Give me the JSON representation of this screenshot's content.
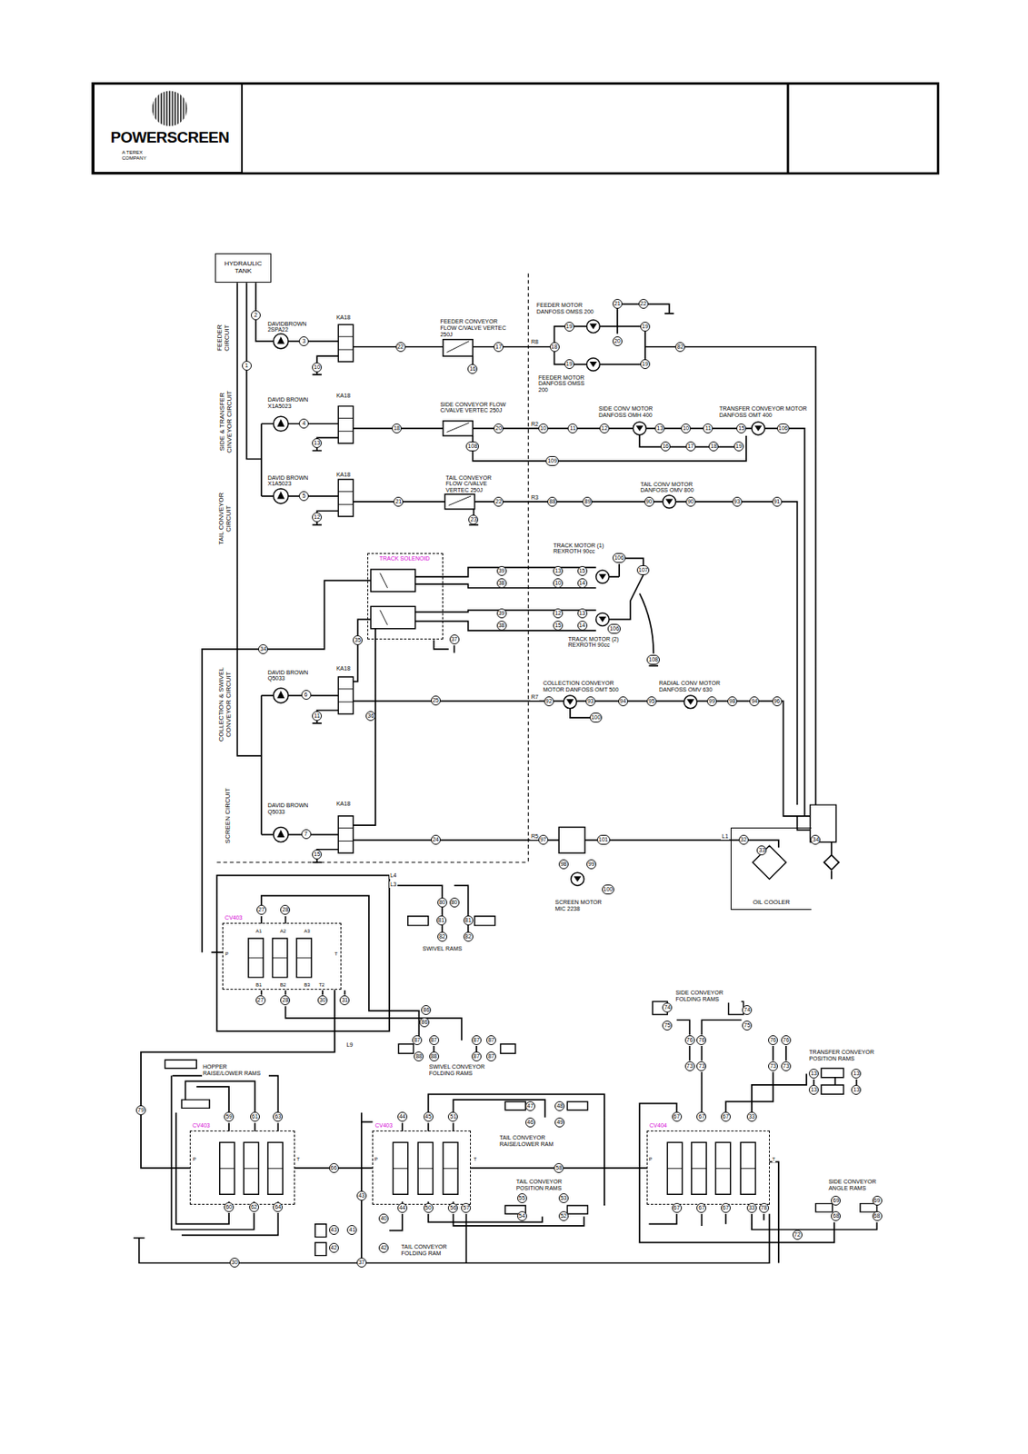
{
  "diagram": {
    "nodes": [
      {
        "text": [
          "POWERSCREEN",
          "A TEREX COMPANY"
        ]
      },
      {
        "text": [
          "HYDRAULIC TANK"
        ]
      },
      {
        "text": [
          "TRACK SOLENOID"
        ]
      },
      {
        "text": [
          "CV403"
        ]
      },
      {
        "text": [
          "CV403"
        ]
      },
      {
        "text": [
          "CV403"
        ]
      },
      {
        "text": [
          "CV404"
        ]
      },
      {
        "text": [
          "OIL COOLER"
        ]
      }
    ],
    "edges": [
      {
        "from": 4,
        "to": 5,
        "arrow": "none",
        "label": "66"
      },
      {
        "from": 5,
        "to": 6,
        "arrow": "none",
        "label": "58"
      },
      {
        "from": 3,
        "to": 4,
        "arrow": "none",
        "label": "79"
      }
    ],
    "labels": [
      "FEEDER CIRCUIT",
      "SIDE & TRANSFER CINVEYOR CIRCUIT",
      "TAIL CONVEYOR CIRCUIT",
      "COLLECTION & SWIVEL CONVEYOR CIRCUIT",
      "SCREEN CIRCUIT",
      "DAVIDBROWN 2SPA22",
      "KA18",
      "DAVID BROWN X1A5023",
      "KA18",
      "DAVID BROWN X1A5023",
      "KA18",
      "DAVID BROWN Q5033",
      "KA18",
      "DAVID BROWN Q5033",
      "KA18",
      "2",
      "1",
      "3",
      "4",
      "5",
      "6",
      "7",
      "10",
      "13",
      "12",
      "11",
      "15",
      "34",
      "35",
      "36",
      "22",
      "FEEDER CONVEYOR FLOW C/VALVE VERTEC 250J",
      "17",
      "16",
      "R8",
      "18",
      "FEEDER MOTOR DANFOSS OMSS 200",
      "21",
      "22",
      "19",
      "20",
      "19",
      "19",
      "19",
      "FEEDER MOTOR DANFOSS OMSS 200",
      "82",
      "SIDE CONVEYOR FLOW C/VALVE VERTEC 250J",
      "18",
      "20",
      "R2",
      "10",
      "11",
      "12",
      "SIDE CONV MOTOR DANFOSS OMH 400",
      "13",
      "10",
      "11",
      "TRANSFER CONVEYOR MOTOR DANFOSS OMT 400",
      "15",
      "106",
      "16",
      "17",
      "18",
      "19",
      "108",
      "109",
      "21",
      "TAIL CONVEYOR FLOW C/VALVE VERTEC 250J",
      "22",
      "23",
      "R3",
      "88",
      "89",
      "TAIL CONV MOTOR DANFOSS OMV 800",
      "90",
      "90",
      "93",
      "91",
      "39",
      "38",
      "TRACK MOTOR (1) REXROTH 90cc",
      "13",
      "10",
      "15",
      "14",
      "106",
      "107",
      "39",
      "38",
      "12",
      "15",
      "13",
      "14",
      "106",
      "TRACK MOTOR (2) REXROTH 90cc",
      "108",
      "37",
      "25",
      "R7",
      "COLLECTION CONVEYOR MOTOR DANFOSS OMT 500",
      "92",
      "93",
      "100",
      "94",
      "95",
      "RADIAL CONV MOTOR DANFOSS OMV 630",
      "99",
      "98",
      "94",
      "96",
      "24",
      "R5",
      "97",
      "101",
      "98",
      "99",
      "100",
      "SCREEN MOTOR MIC 2238",
      "L1",
      "32",
      "33",
      "34",
      "A1",
      "A2",
      "A3",
      "B1",
      "B2",
      "B3",
      "T2",
      "P",
      "T",
      "27",
      "28",
      "27",
      "28",
      "30",
      "31",
      "L4",
      "L3",
      "80",
      "80",
      "81",
      "81",
      "82",
      "82",
      "SWIVEL RAMS",
      "86",
      "86",
      "87",
      "87",
      "87",
      "87",
      "88",
      "88",
      "87",
      "87",
      "SWIVEL CONVEYOR FOLDING RAMS",
      "L9",
      "HOPPER RAISE/LOWER RAMS",
      "59",
      "61",
      "63",
      "60",
      "62",
      "64",
      "P",
      "T",
      "30",
      "44",
      "45",
      "51",
      "44",
      "50",
      "56",
      "57",
      "43",
      "P",
      "T",
      "47",
      "48",
      "46",
      "49",
      "TAIL CONVEYOR RAISE/LOWER RAM",
      "55",
      "53",
      "54",
      "52",
      "TAIL CONVEYOR POSITION RAMS",
      "43",
      "41",
      "40",
      "42",
      "42",
      "TAIL CONVEYOR FOLDING RAM",
      "37",
      "67",
      "67",
      "67",
      "33",
      "67",
      "67",
      "67",
      "33",
      "78",
      "P",
      "T",
      "72",
      "SIDE CONVEYOR FOLDING RAMS",
      "74",
      "74",
      "75",
      "75",
      "76",
      "76",
      "73",
      "73",
      "76",
      "76",
      "73",
      "73",
      "TRANSFER CONVEYOR POSITION RAMS",
      "13",
      "13",
      "13",
      "13",
      "SIDE CONVEYOR ANGLE RAMS",
      "69",
      "69",
      "68",
      "68"
    ]
  }
}
